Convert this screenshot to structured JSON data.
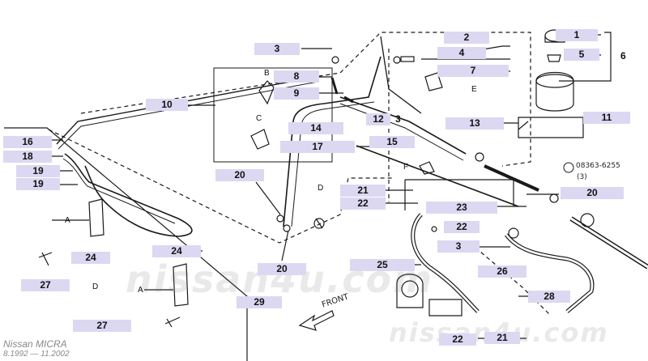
{
  "diagram": {
    "callouts": [
      {
        "id": "c1",
        "label": "1"
      },
      {
        "id": "c2",
        "label": "2"
      },
      {
        "id": "c3a",
        "label": "3"
      },
      {
        "id": "c3b",
        "label": "3"
      },
      {
        "id": "c4",
        "label": "4"
      },
      {
        "id": "c5",
        "label": "5"
      },
      {
        "id": "c7",
        "label": "7"
      },
      {
        "id": "c8",
        "label": "8"
      },
      {
        "id": "c9",
        "label": "9"
      },
      {
        "id": "c10",
        "label": "10"
      },
      {
        "id": "c11",
        "label": "11"
      },
      {
        "id": "c12",
        "label": "12"
      },
      {
        "id": "c13",
        "label": "13"
      },
      {
        "id": "c14",
        "label": "14"
      },
      {
        "id": "c15",
        "label": "15"
      },
      {
        "id": "c16",
        "label": "16"
      },
      {
        "id": "c17",
        "label": "17"
      },
      {
        "id": "c18",
        "label": "18"
      },
      {
        "id": "c19a",
        "label": "19"
      },
      {
        "id": "c19b",
        "label": "19"
      },
      {
        "id": "c20a",
        "label": "20"
      },
      {
        "id": "c20b",
        "label": "20"
      },
      {
        "id": "c20c",
        "label": "20"
      },
      {
        "id": "c21a",
        "label": "21"
      },
      {
        "id": "c21b",
        "label": "21"
      },
      {
        "id": "c22a",
        "label": "22"
      },
      {
        "id": "c22b",
        "label": "22"
      },
      {
        "id": "c22c",
        "label": "22"
      },
      {
        "id": "c23",
        "label": "23"
      },
      {
        "id": "c24a",
        "label": "24"
      },
      {
        "id": "c24b",
        "label": "24"
      },
      {
        "id": "c25",
        "label": "25"
      },
      {
        "id": "c26",
        "label": "26"
      },
      {
        "id": "c27a",
        "label": "27"
      },
      {
        "id": "c27b",
        "label": "27"
      },
      {
        "id": "c28",
        "label": "28"
      },
      {
        "id": "c29",
        "label": "29"
      }
    ],
    "plain_labels": {
      "label_6": "6",
      "label_12_suffix": "3",
      "letter_a1": "A",
      "letter_a2": "A",
      "letter_b": "B",
      "letter_c": "C",
      "letter_d1": "D",
      "letter_d2": "D",
      "letter_e": "E",
      "letter_f": "F"
    },
    "bolt_ref": {
      "code": "08363-6255",
      "qty": "(3)"
    },
    "front_label": "FRONT"
  },
  "watermark": {
    "text_main": "nissan4u.com",
    "text_corner": "nissan4u.com"
  },
  "footer": {
    "model": "Nissan MICRA",
    "dates": "8.1992 — 11.2002"
  },
  "colors": {
    "callout_bg": "#dcd8f2",
    "line": "#1a1a1a"
  }
}
